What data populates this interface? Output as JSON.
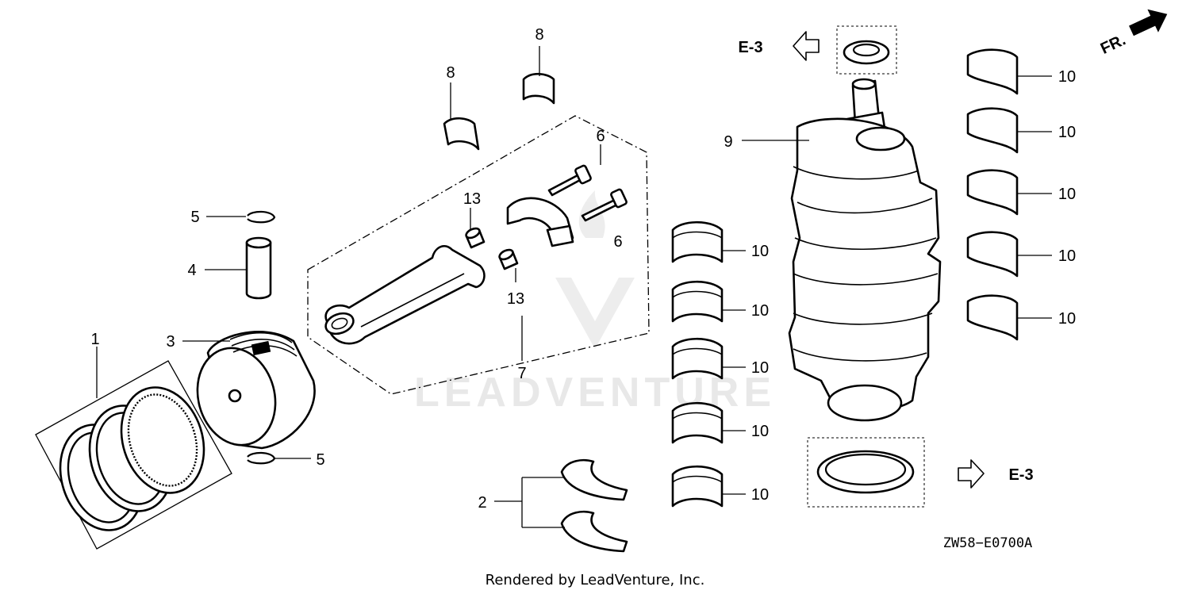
{
  "diagram": {
    "code": "ZW58−E0700A",
    "footer": "Rendered by LeadVenture, Inc.",
    "watermark": "LEADVENTURE",
    "front_marker": "FR.",
    "ref_top": "E-3",
    "ref_bottom": "E-3",
    "callouts": {
      "c1": "1",
      "c2": "2",
      "c3": "3",
      "c4": "4",
      "c5a": "5",
      "c5b": "5",
      "c6a": "6",
      "c6b": "6",
      "c7": "7",
      "c8a": "8",
      "c8b": "8",
      "c9": "9",
      "c10a": "10",
      "c10b": "10",
      "c10c": "10",
      "c10d": "10",
      "c10e": "10",
      "c10f": "10",
      "c10g": "10",
      "c10h": "10",
      "c10i": "10",
      "c10j": "10",
      "c13a": "13",
      "c13b": "13"
    }
  }
}
